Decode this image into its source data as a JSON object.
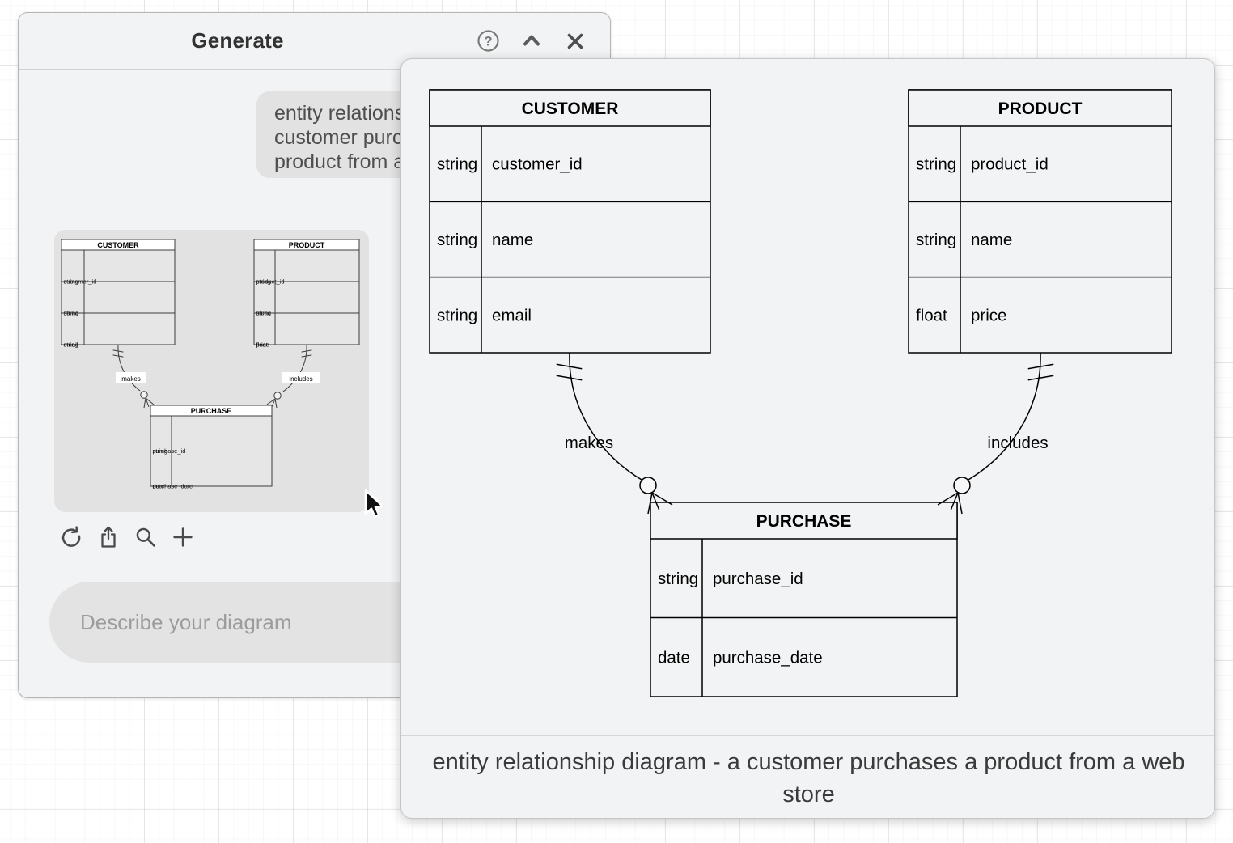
{
  "generate_panel": {
    "title": "Generate",
    "header_icons": {
      "help": "help-icon",
      "collapse": "chevron-up-icon",
      "close": "close-icon"
    },
    "prompt_bubble": {
      "lines": [
        "entity relationship diagram - a",
        "customer purchases a",
        "product from a web store"
      ]
    },
    "toolbar_icons": [
      "refresh-icon",
      "share-icon",
      "zoom-icon",
      "add-icon"
    ],
    "input": {
      "value": "",
      "placeholder": "Describe your diagram"
    }
  },
  "diagram": {
    "entities": [
      {
        "name": "CUSTOMER",
        "rows": [
          [
            "string",
            "customer_id"
          ],
          [
            "string",
            "name"
          ],
          [
            "string",
            "email"
          ]
        ]
      },
      {
        "name": "PRODUCT",
        "rows": [
          [
            "string",
            "product_id"
          ],
          [
            "string",
            "name"
          ],
          [
            "float",
            "price"
          ]
        ]
      },
      {
        "name": "PURCHASE",
        "rows": [
          [
            "string",
            "purchase_id"
          ],
          [
            "date",
            "purchase_date"
          ]
        ]
      }
    ],
    "relationships": [
      {
        "from": "CUSTOMER",
        "to": "PURCHASE",
        "label": "makes",
        "cardinality_from": "exactly-one",
        "cardinality_to": "zero-or-many"
      },
      {
        "from": "PRODUCT",
        "to": "PURCHASE",
        "label": "includes",
        "cardinality_from": "exactly-one",
        "cardinality_to": "zero-or-many"
      }
    ]
  },
  "preview": {
    "caption": "entity relationship diagram - a customer purchases a product from a web store"
  },
  "colors": {
    "panel_bg": "#f2f3f4",
    "bubble_bg": "#e2e2e3",
    "diagram_stroke": "#000000",
    "icon_gray": "#6a6a6a"
  }
}
